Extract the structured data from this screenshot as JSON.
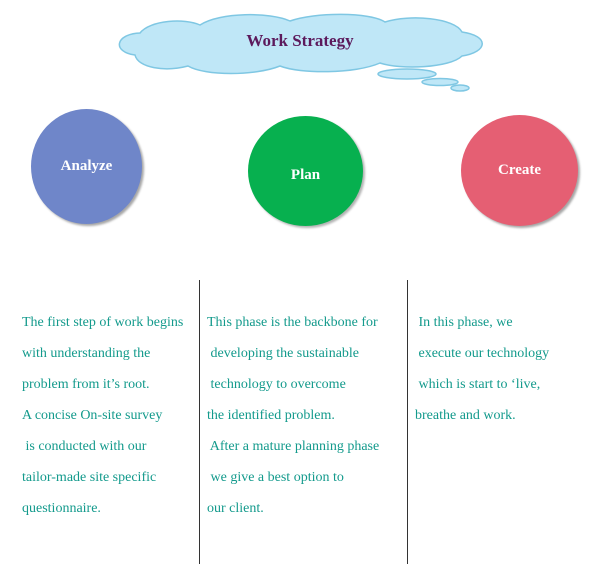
{
  "title": "Work Strategy",
  "colors": {
    "title": "#5c1a5c",
    "cloud_fill": "#bfe7f7",
    "cloud_stroke": "#7fc7e3",
    "analyze": "#6f86c9",
    "plan": "#07b04f",
    "create": "#e55f73",
    "body_text": "#139a8c"
  },
  "steps": [
    {
      "label": "Analyze"
    },
    {
      "label": "Plan"
    },
    {
      "label": "Create"
    }
  ],
  "columns": [
    {
      "lines": [
        "The first step of work begins",
        "with understanding the",
        "problem from it’s root.",
        "A concise On-site survey",
        " is conducted with our",
        "tailor-made site specific",
        "questionnaire."
      ]
    },
    {
      "lines": [
        "This phase is the backbone for",
        " developing the sustainable",
        " technology to overcome",
        "the identified problem.",
        " After a mature planning phase",
        " we give a best option to",
        "our client."
      ]
    },
    {
      "lines": [
        " In this phase, we",
        " execute our technology",
        " which is start to ‘live,",
        "breathe and work."
      ]
    }
  ]
}
